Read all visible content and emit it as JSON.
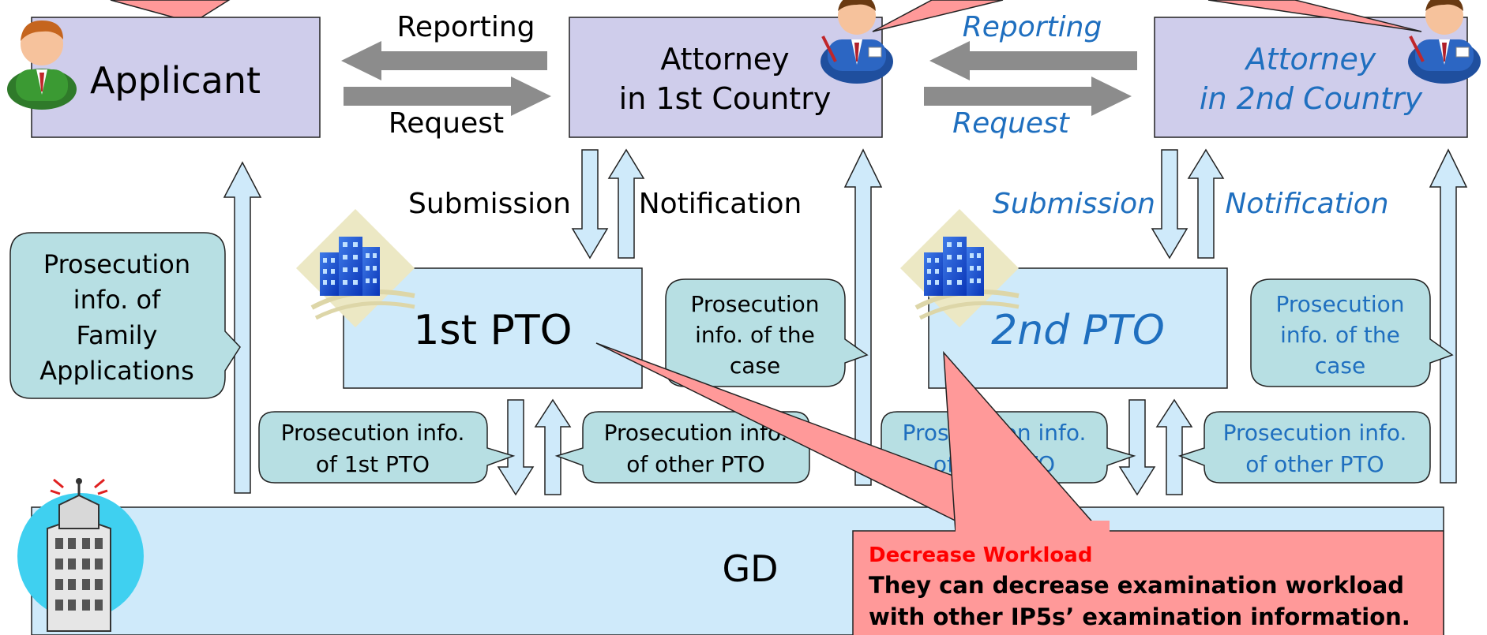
{
  "nodes": {
    "applicant": "Applicant",
    "attorney1_line1": "Attorney",
    "attorney1_line2": "in 1st Country",
    "attorney2_line1": "Attorney",
    "attorney2_line2": "in 2nd Country",
    "pto1": "1st PTO",
    "pto2": "2nd PTO",
    "gd": "GD"
  },
  "flows": {
    "reporting_left": "Reporting",
    "request_left": "Request",
    "reporting_right": "Reporting",
    "request_right": "Request",
    "submission_left": "Submission",
    "notification_left": "Notification",
    "submission_right": "Submission",
    "notification_right": "Notification"
  },
  "callouts": {
    "family": [
      "Prosecution",
      "info. of",
      "Family",
      "Applications"
    ],
    "case_left": [
      "Prosecution",
      "info. of the",
      "case"
    ],
    "case_right": [
      "Prosecution",
      "info. of the",
      "case"
    ],
    "pto1_info": [
      "Prosecution info.",
      "of 1st PTO"
    ],
    "other_pto_left": [
      "Prosecution info.",
      "of other PTO"
    ],
    "pto2_info": [
      "Prosecution info.",
      "of 2nd PTO"
    ],
    "other_pto_right": [
      "Prosecution info.",
      "of other PTO"
    ]
  },
  "note": {
    "title": "Decrease Workload",
    "line1": "They can decrease examination workload",
    "line2": "with other IP5s’ examination information."
  },
  "colors": {
    "node_fill": "#cfcdeb",
    "pto_fill": "#cfeafa",
    "callout_fill": "#b7dfe3",
    "note_fill": "#ff9999",
    "arrow_grey": "#8c8c8c",
    "italic_blue": "#1f6fbf",
    "note_title": "#ff0000"
  },
  "icons": [
    "person-icon",
    "attorney-icon",
    "building-icon",
    "office-tower-icon"
  ]
}
